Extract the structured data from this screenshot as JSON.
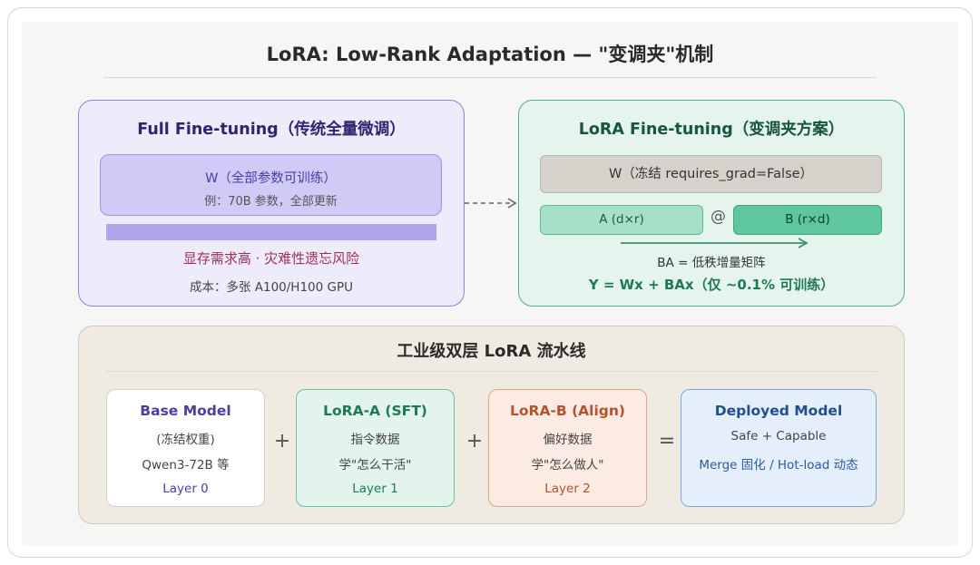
{
  "title": "LoRA: Low-Rank Adaptation — \"变调夹\"机制",
  "full_finetune": {
    "title": "Full Fine-tuning（传统全量微调）",
    "weight_label": "W（全部参数可训练）",
    "weight_example": "例：70B 参数，全部更新",
    "risk": "显存需求高 · 灾难性遗忘风险",
    "cost": "成本：多张 A100/H100 GPU"
  },
  "lora_finetune": {
    "title": "LoRA Fine-tuning（变调夹方案）",
    "weight_label": "W（冻结 requires_grad=False）",
    "a_label": "A (d×r)",
    "at_symbol": "@",
    "b_label": "B (r×d)",
    "ba_note": "BA = 低秩增量矩阵",
    "formula": "Y = Wx + BAx（仅 ~0.1% 可训练）"
  },
  "pipeline": {
    "title": "工业级双层 LoRA 流水线",
    "stages": [
      {
        "title": "Base Model",
        "line2": "(冻结权重)",
        "line3": "Qwen3-72B 等",
        "line4": "Layer 0"
      },
      {
        "title": "LoRA-A (SFT)",
        "line2": "指令数据",
        "line3": "学\"怎么干活\"",
        "line4": "Layer 1"
      },
      {
        "title": "LoRA-B (Align)",
        "line2": "偏好数据",
        "line3": "学\"怎么做人\"",
        "line4": "Layer 2"
      },
      {
        "title": "Deployed Model",
        "line2": "Safe + Capable",
        "line3": "Merge 固化 / Hot-load 动态",
        "line4": ""
      }
    ],
    "operators": [
      "+",
      "+",
      "="
    ]
  },
  "colors": {
    "full_accent": "#8f84d6",
    "lora_accent": "#4eb08c",
    "risk_text": "#a32e58",
    "formula_text": "#1e7a56"
  }
}
